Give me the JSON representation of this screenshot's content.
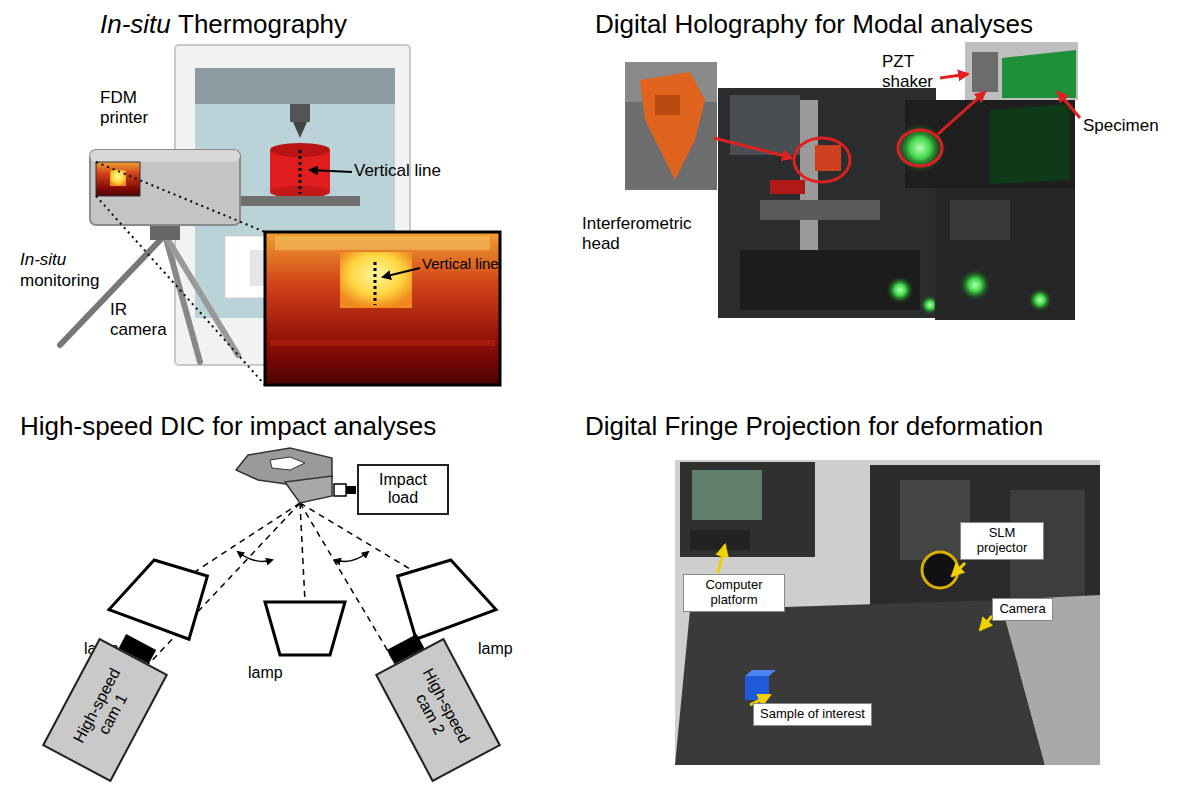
{
  "diagram": {
    "nodes": [
      {
        "text": [
          "Impact load"
        ]
      },
      {
        "text": [
          "High-speed cam 1"
        ]
      },
      {
        "text": [
          "High-speed cam 2"
        ]
      },
      {
        "text": [
          "Computer platform"
        ]
      },
      {
        "text": [
          "SLM projector"
        ]
      },
      {
        "text": [
          "Camera"
        ]
      },
      {
        "text": [
          "Sample of interest"
        ]
      }
    ],
    "labels": [
      "In-situ",
      "Thermography",
      "FDM printer",
      "Vertical line",
      "Vertical line",
      "In-situ",
      "monitoring",
      "IR camera",
      "Digital Holography for Modal analyses",
      "PZT shaker",
      "Specimen",
      "Interferometric head",
      "High-speed DIC for impact analyses",
      "lamp",
      "lamp",
      "lamp",
      "Digital Fringe Projection for deformation"
    ]
  }
}
